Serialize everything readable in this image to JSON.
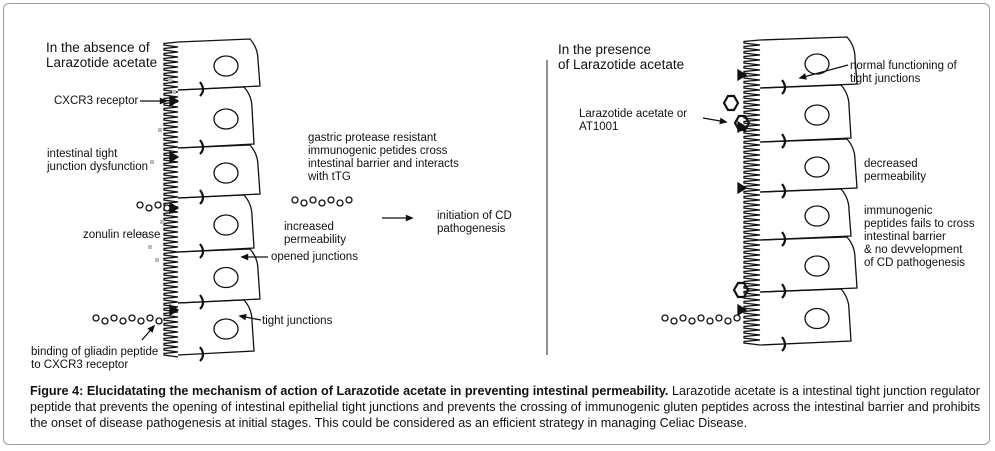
{
  "left_panel": {
    "heading": "In the absence of\nLarazotide acetate",
    "cxcr3": "CXCR3 receptor",
    "dysfunction": "intestinal tight\njunction dysfunction",
    "zonulin": "zonulin release",
    "binding": "binding of gliadin peptide\nto CXCR3 receptor",
    "gastric": "gastric protease resistant\nimmunogenic petides cross\nintestinal barrier and interacts\nwith tTG",
    "increased": "increased\npermeability",
    "initiation": "initiation of CD\npathogenesis",
    "opened": "opened junctions",
    "tight": "tight junctions"
  },
  "right_panel": {
    "heading": "In the presence\nof Larazotide acetate",
    "drug": "Larazotide acetate or\nAT1001",
    "normal": "normal functioning of\ntight junctions",
    "decreased": "decreased\npermeability",
    "fails": "immunogenic\npeptides fails to cross\nintestinal barrier\n& no devvelopment\nof CD pathogenesis"
  },
  "caption": {
    "bold": "Figure 4: Elucidatating the mechanism of action of Larazotide acetate in preventing intestinal permeability.",
    "text": " Larazotide acetate is a intestinal tight junction regulator peptide that prevents the opening of intestinal epithelial tight junctions and prevents the crossing of immunogenic gluten peptides across the intestinal barrier and prohibits the onset of disease pathogenesis at initial stages. This could be considered as an efficient strategy in managing Celiac Disease."
  }
}
